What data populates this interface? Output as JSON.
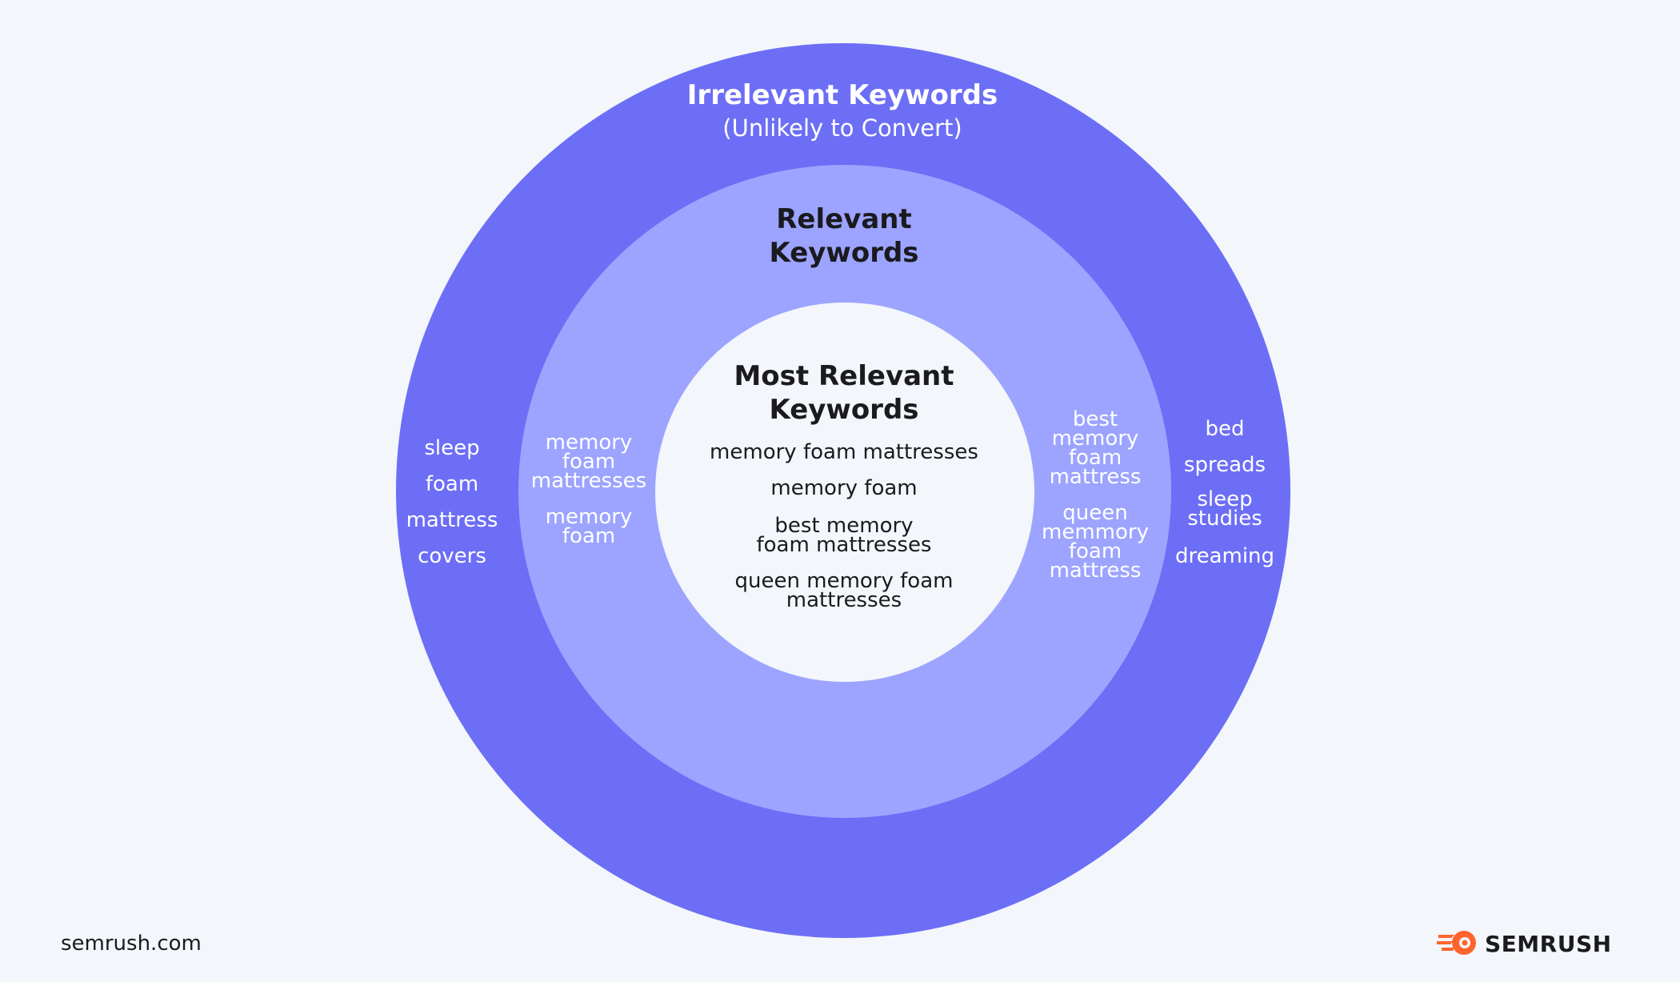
{
  "outer_ring": {
    "title": "Irrelevant Keywords",
    "subtitle": "(Unlikely to Convert)",
    "left_keywords": [
      "sleep",
      "foam",
      "mattress",
      "covers"
    ],
    "right_keywords": [
      "bed",
      "spreads",
      "sleep studies",
      "dreaming"
    ]
  },
  "middle_ring": {
    "title_line1": "Relevant",
    "title_line2": "Keywords",
    "left_keywords": [
      "memory foam mattresses",
      "memory foam"
    ],
    "right_keywords": [
      "best memory foam mattress",
      "queen memmory foam mattress"
    ]
  },
  "inner_circle": {
    "title_line1": "Most Relevant",
    "title_line2": "Keywords",
    "keywords": [
      "memory foam mattresses",
      "memory foam",
      "best memory foam mattresses",
      "queen memory foam mattresses"
    ]
  },
  "footer": {
    "site": "semrush.com",
    "brand": "SEMRUSH"
  },
  "colors": {
    "background": "#f3f6fb",
    "outer_ring": "#6c6ef6",
    "middle_ring": "#9ca4ff",
    "inner_circle": "#f3f6fb",
    "brand_orange": "#ff642d"
  },
  "icons": {
    "brand_logo": "semrush-fire-icon"
  }
}
